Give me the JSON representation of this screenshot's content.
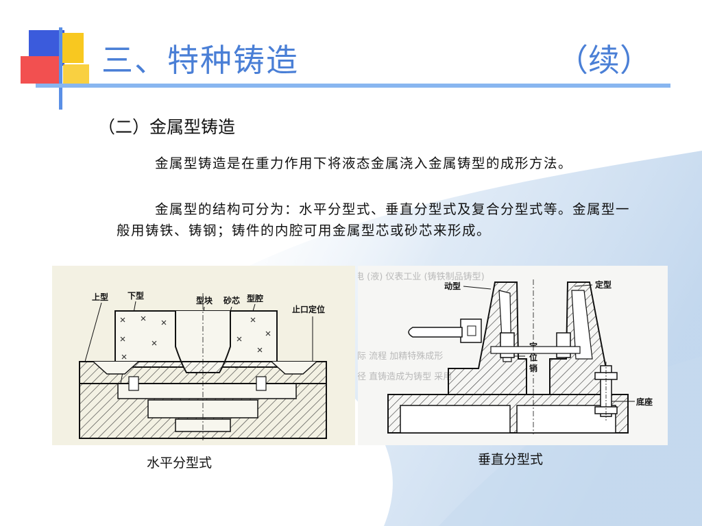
{
  "colors": {
    "title": "#4a7fd6",
    "rule": "#88b6f0",
    "deco_blue": "#3b5bdc",
    "deco_yellow": "#f8c820",
    "deco_red": "#f25050"
  },
  "title": {
    "main": "三、特种铸造",
    "cont": "（续）"
  },
  "subheading": "（二）金属型铸造",
  "paragraphs": [
    "金属型铸造是在重力作用下将液态金属浇入金属铸型的成形方法。",
    "金属型的结构可分为：水平分型式、垂直分型式及复合分型式等。金属型一般用铸铁、铸钢；铸件的内腔可用金属型芯或砂芯来形成。"
  ],
  "figures": {
    "horizontal": {
      "caption": "水平分型式",
      "labels": {
        "upper": "上型",
        "lower": "下型",
        "block": "型块",
        "sand_core": "砂芯",
        "cavity": "型腔",
        "locator": "止口定位"
      }
    },
    "vertical": {
      "caption": "垂直分型式",
      "labels": {
        "moving": "动型",
        "fixed": "定型",
        "pin_1": "定",
        "pin_2": "位",
        "pin_3": "销",
        "base": "底座"
      }
    }
  }
}
